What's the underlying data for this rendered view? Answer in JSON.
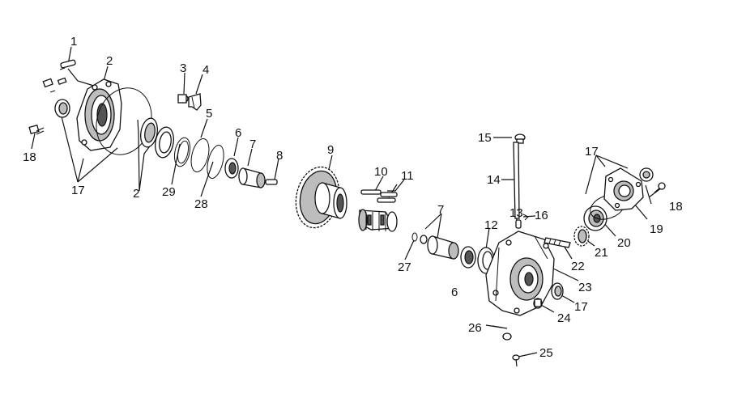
{
  "callouts": [
    {
      "id": "c1",
      "text": "1"
    },
    {
      "id": "c2a",
      "text": "2"
    },
    {
      "id": "c2b",
      "text": "2"
    },
    {
      "id": "c3",
      "text": "3"
    },
    {
      "id": "c4",
      "text": "4"
    },
    {
      "id": "c5",
      "text": "5"
    },
    {
      "id": "c6a",
      "text": "6"
    },
    {
      "id": "c6b",
      "text": "6"
    },
    {
      "id": "c7a",
      "text": "7"
    },
    {
      "id": "c7b",
      "text": "7"
    },
    {
      "id": "c8",
      "text": "8"
    },
    {
      "id": "c9",
      "text": "9"
    },
    {
      "id": "c10",
      "text": "10"
    },
    {
      "id": "c11",
      "text": "11"
    },
    {
      "id": "c12",
      "text": "12"
    },
    {
      "id": "c13",
      "text": "13"
    },
    {
      "id": "c14",
      "text": "14"
    },
    {
      "id": "c15",
      "text": "15"
    },
    {
      "id": "c16",
      "text": "16"
    },
    {
      "id": "c17a",
      "text": "17"
    },
    {
      "id": "c17b",
      "text": "17"
    },
    {
      "id": "c17c",
      "text": "17"
    },
    {
      "id": "c18a",
      "text": "18"
    },
    {
      "id": "c18b",
      "text": "18"
    },
    {
      "id": "c19",
      "text": "19"
    },
    {
      "id": "c20",
      "text": "20"
    },
    {
      "id": "c21",
      "text": "21"
    },
    {
      "id": "c22",
      "text": "22"
    },
    {
      "id": "c23",
      "text": "23"
    },
    {
      "id": "c24",
      "text": "24"
    },
    {
      "id": "c25",
      "text": "25"
    },
    {
      "id": "c26",
      "text": "26"
    },
    {
      "id": "c27",
      "text": "27"
    },
    {
      "id": "c28",
      "text": "28"
    },
    {
      "id": "c29",
      "text": "29"
    }
  ]
}
